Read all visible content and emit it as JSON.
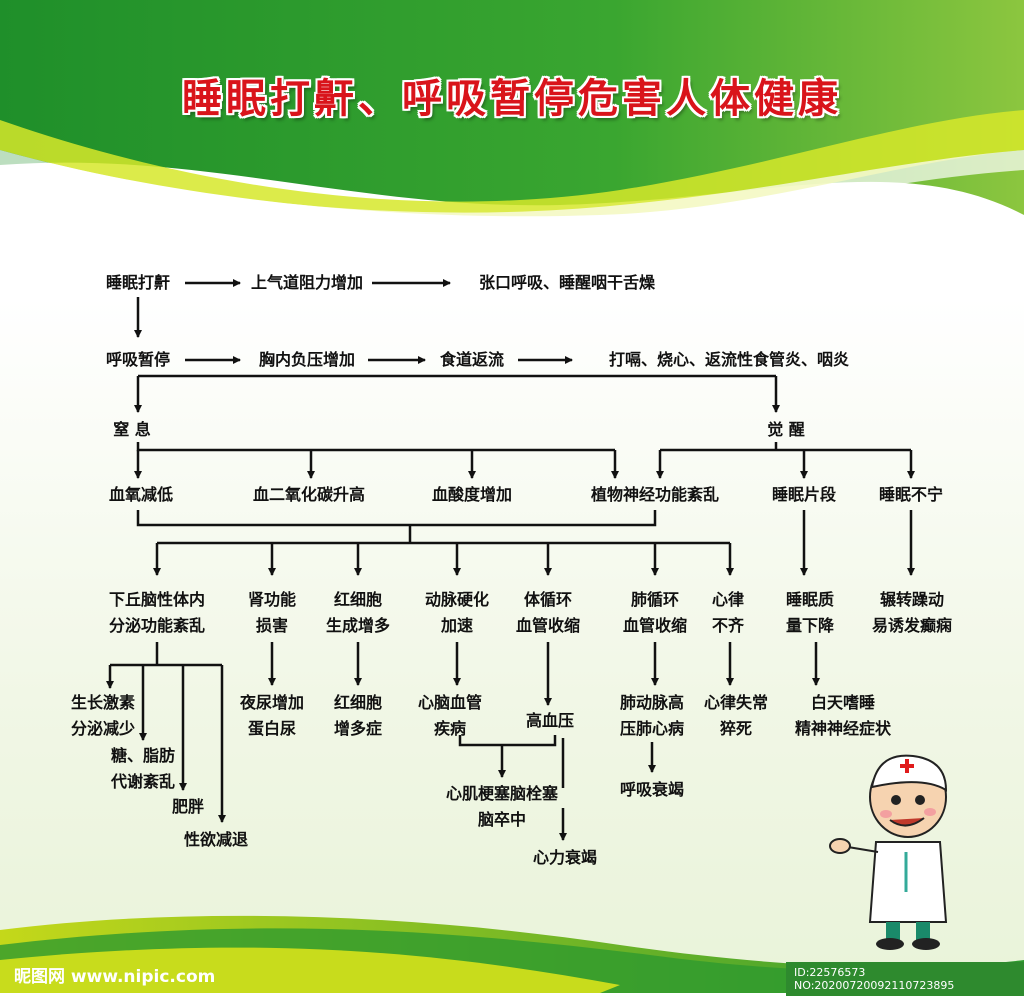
{
  "title": "睡眠打鼾、呼吸暂停危害人体健康",
  "nodes": {
    "snore": "睡眠打鼾",
    "airway": "上气道阻力增加",
    "mouth": "张口呼吸、睡醒咽干舌燥",
    "apnea": "呼吸暂停",
    "chest": "胸内负压增加",
    "reflux": "食道返流",
    "hiccup": "打嗝、烧心、返流性食管炎、咽炎",
    "suffocate": "窒  息",
    "awake": "觉  醒",
    "o2": "血氧减低",
    "co2": "血二氧化碳升高",
    "acid": "血酸度增加",
    "autonomic": "植物神经功能紊乱",
    "fragment": "睡眠片段",
    "restless": "睡眠不宁",
    "hypothalamus": "下丘脑性体内\n分泌功能紊乱",
    "kidney": "肾功能\n损害",
    "rbc": "红细胞\n生成增多",
    "arterio": "动脉硬化\n加速",
    "systemic": "体循环\n血管收缩",
    "pulmonary": "肺循环\n血管收缩",
    "arrhythmia": "心律\n不齐",
    "quality": "睡眠质\n量下降",
    "toss": "辗转躁动\n易诱发癫痫",
    "growth": "生长激素\n分泌减少",
    "metabolism": "糖、脂肪\n代谢紊乱",
    "obesity": "肥胖",
    "libido": "性欲减退",
    "nocturia": "夜尿增加\n蛋白尿",
    "polycythemia": "红细胞\n增多症",
    "cardio": "心脑血管\n疾病",
    "hypertension": "高血压",
    "infarct": "心肌梗塞脑栓塞\n脑卒中",
    "heartfail": "心力衰竭",
    "pulmheart": "肺动脉高\n压肺心病",
    "respfail": "呼吸衰竭",
    "suddendeath": "心律失常\n猝死",
    "daysleep": "白天嗜睡\n精神神经症状"
  },
  "watermark": "昵图网 www.nipic.com",
  "image_id": "ID:22576573 NO:20200720092110723895",
  "colors": {
    "green": "#2e9a2e",
    "lime": "#c7dc1c",
    "title_red": "#d9141b"
  }
}
